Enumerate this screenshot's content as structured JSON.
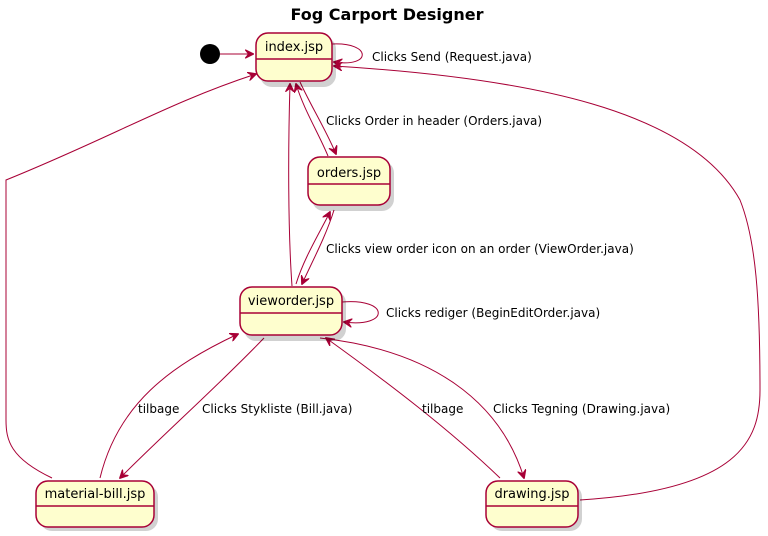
{
  "title": "Fog Carport Designer",
  "colors": {
    "state_fill": "#FEFECE",
    "state_border": "#A80036",
    "edge": "#A80036",
    "initial": "#000000"
  },
  "states": {
    "index": "index.jsp",
    "orders": "orders.jsp",
    "vieworder": "vieworder.jsp",
    "material_bill": "material-bill.jsp",
    "drawing": "drawing.jsp"
  },
  "edges": {
    "send": "Clicks Send (Request.java)",
    "order_header": "Clicks Order in header (Orders.java)",
    "view_order": "Clicks view order icon on an order (ViewOrder.java)",
    "rediger": "Clicks rediger (BeginEditOrder.java)",
    "stykliste": "Clicks Stykliste (Bill.java)",
    "tilbage_bill": "tilbage",
    "tilbage_drawing": "tilbage",
    "tegning": "Clicks Tegning (Drawing.java)"
  }
}
